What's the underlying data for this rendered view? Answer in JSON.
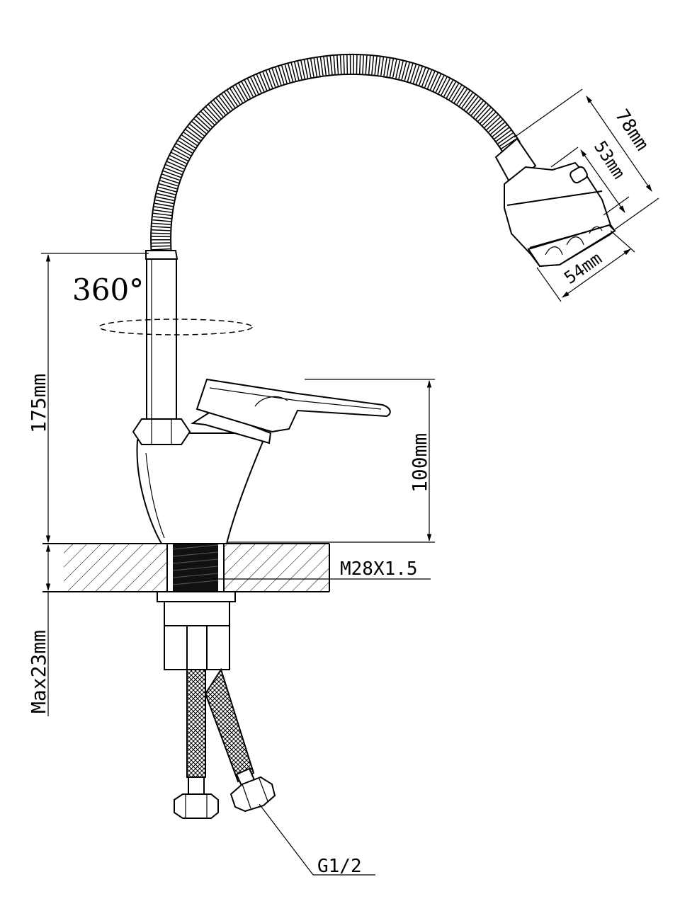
{
  "labels": {
    "rotation": "360°",
    "total_height": "175mm",
    "handle_height": "100mm",
    "thread": "M28X1.5",
    "max_thickness": "Max23mm",
    "inlet": "G1/2",
    "head_length": "78mm",
    "head_inner": "53mm",
    "head_diameter": "54mm"
  },
  "colors": {
    "line": "#000000",
    "background": "#ffffff"
  }
}
